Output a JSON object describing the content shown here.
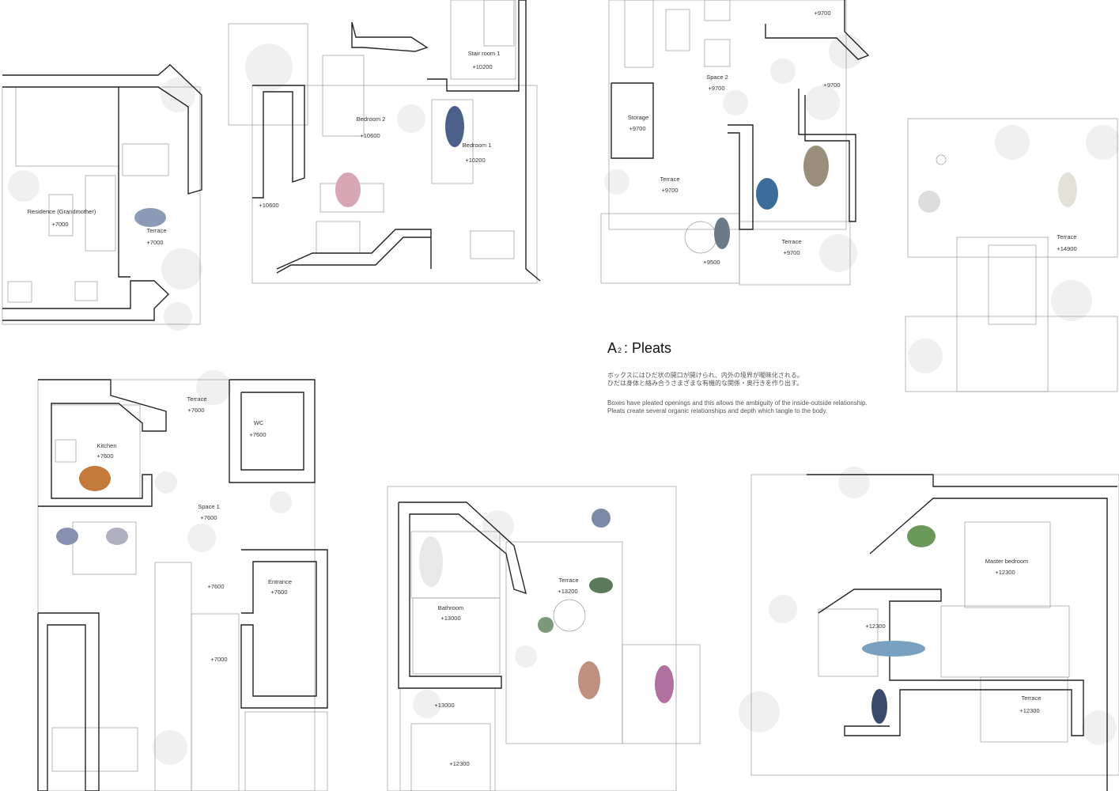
{
  "title": {
    "letter": "A",
    "subscript": "2",
    "name": ": Pleats"
  },
  "description": {
    "ja": [
      "ボックスにはひだ状の開口が開けられ、内外の境界が曖昧化される。",
      "ひだは身体と絡み合うさまざまな有機的な関係・奥行きを作り出す。"
    ],
    "en": [
      "Boxes have pleated openings and this allows the ambiguity of the inside-outside relationship.",
      "Pleats create several organic relationships and depth which tangle to the body."
    ]
  },
  "rooms": [
    {
      "name": "Residence (Grandmother)",
      "level": "+7000"
    },
    {
      "name": "Terrace",
      "level": "+7000"
    },
    {
      "name": "Bedroom 2",
      "level": "+10600"
    },
    {
      "name": "Stair room 1",
      "level": "+10200"
    },
    {
      "name": "Bedroom 1",
      "level": "+10200"
    },
    {
      "name": "Storage",
      "level": "+9700"
    },
    {
      "name": "Space 2",
      "level": "+9700"
    },
    {
      "name": "Terrace",
      "level": "+9700"
    },
    {
      "name": "Terrace",
      "level": "+9700"
    },
    {
      "name": "Terrace",
      "level": "+14900"
    },
    {
      "name": "Terrace",
      "level": "+7600"
    },
    {
      "name": "WC",
      "level": "+7600"
    },
    {
      "name": "Kitchen",
      "level": "+7600"
    },
    {
      "name": "Space 1",
      "level": "+7600"
    },
    {
      "name": "Entrance",
      "level": "+7600"
    },
    {
      "name": "Bathroom",
      "level": "+13000"
    },
    {
      "name": "Terrace",
      "level": "+13200"
    },
    {
      "name": "Master bedroom",
      "level": "+12300"
    },
    {
      "name": "Terrace",
      "level": "+12300"
    }
  ],
  "levels": [
    "+10600",
    "+9700",
    "+9700",
    "+9500",
    "+7600",
    "+7000",
    "+13000",
    "+12300",
    "+12300"
  ]
}
